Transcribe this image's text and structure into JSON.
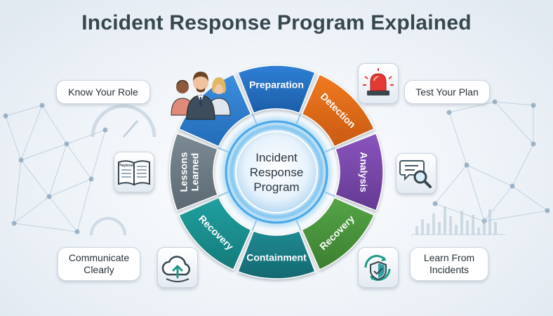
{
  "title": "Incident Response Program Explained",
  "center_label": [
    "Incident",
    "Response",
    "Program"
  ],
  "segments": [
    {
      "id": "preparation",
      "label": [
        "Preparation"
      ],
      "color": "#2f7fd6",
      "color_dark": "#1c5ea8",
      "vertical": false
    },
    {
      "id": "detection",
      "label": [
        "Detection"
      ],
      "color": "#f07a22",
      "color_dark": "#c85a10",
      "vertical": false
    },
    {
      "id": "analysis",
      "label": [
        "Analysis"
      ],
      "color": "#8a54be",
      "color_dark": "#643a92",
      "vertical": true
    },
    {
      "id": "recovery-right",
      "label": [
        "Recovery"
      ],
      "color": "#55a447",
      "color_dark": "#3c7f30",
      "vertical": false
    },
    {
      "id": "containment",
      "label": [
        "Containment"
      ],
      "color": "#1f8a93",
      "color_dark": "#136870",
      "vertical": false
    },
    {
      "id": "recovery-left",
      "label": [
        "Recovery"
      ],
      "color": "#21a0a0",
      "color_dark": "#157a7a",
      "vertical": false
    },
    {
      "id": "lessons-learned",
      "label": [
        "Lessons",
        "Learned"
      ],
      "color": "#7c8b95",
      "color_dark": "#5b6871",
      "vertical": true
    },
    {
      "id": "team",
      "label": [],
      "color": "#3d8fe0",
      "color_dark": "#236bb8",
      "vertical": false
    }
  ],
  "callouts": {
    "know_role": "Know Your Role",
    "test_plan": "Test Your Plan",
    "communicate": [
      "Communicate",
      "Clearly"
    ],
    "learn": [
      "Learn From",
      "Incidents"
    ]
  },
  "playbook_text": "Playbook",
  "icons": [
    "team-icon",
    "alarm-siren-icon",
    "chat-magnifier-icon",
    "playbook-icon",
    "cloud-upload-icon",
    "shield-recycle-icon"
  ]
}
